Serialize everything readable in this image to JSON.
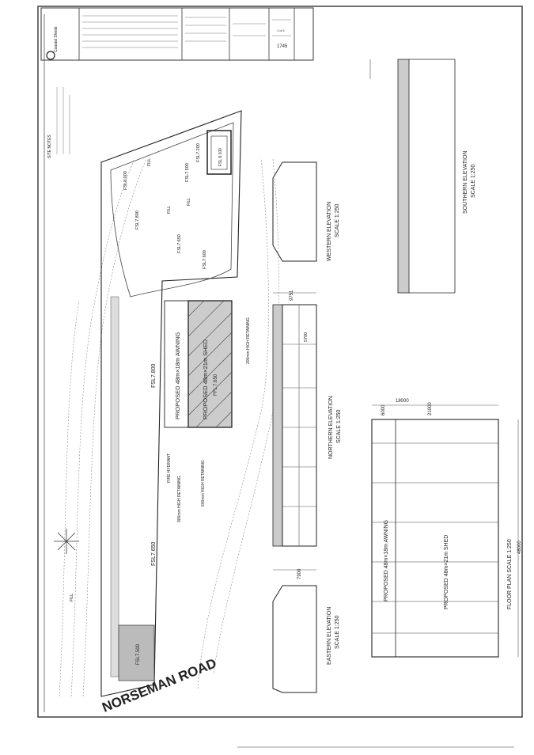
{
  "road": {
    "name": "NORSEMAN ROAD"
  },
  "site": {
    "building_awning_label": "PROPOSED 48m×18m AWNING",
    "building_shed_label": "PROPOSED 48m×21m SHED",
    "building_ffl_label": "FFL 7.650",
    "spot_levels": [
      "FSL7.800",
      "FSL7.650",
      "FSL7.500",
      "FSL7.800",
      "FSL7.650",
      "FSL7.500",
      "FSL7.600",
      "FSL8.000",
      "FSL7.200"
    ],
    "tank_label": "FSL 8.100",
    "fire_hydrant_label": "FIRE HYDRANT",
    "retaining_label_1": "200mm HIGH RETAINING",
    "retaining_label_2": "600mm HIGH RETAINING",
    "retaining_label_3": "900mm HIGH RETAINING",
    "fill_labels": [
      "FILL",
      "FILL",
      "FILL",
      "FILL"
    ],
    "notes_title": "SITE NOTES"
  },
  "elevations": {
    "western": {
      "title": "WESTERN ELEVATION",
      "scale": "SCALE 1:250"
    },
    "southern": {
      "title": "SOUTHERN ELEVATION",
      "scale": "SCALE 1:250"
    },
    "northern": {
      "title": "NORTHERN ELEVATION",
      "scale": "SCALE 1:250",
      "dim_height": "9751",
      "dim_mid": "5700"
    },
    "eastern": {
      "title": "EASTERN ELEVATION",
      "scale": "SCALE 1:250",
      "dim_height": "7900"
    }
  },
  "floor_plan": {
    "title": "FLOOR PLAN SCALE 1:250",
    "length": "48000",
    "awning_label": "PROPOSED 48m×18m AWNING",
    "shed_label": "PROPOSED 48m×21m SHED",
    "dim_awning": "18000",
    "dim_shed": "21000",
    "dim_small": "6000"
  },
  "title_block": {
    "company": "Coastal Sheds",
    "drawing_no": "1745",
    "sheet": "1 of 1"
  }
}
